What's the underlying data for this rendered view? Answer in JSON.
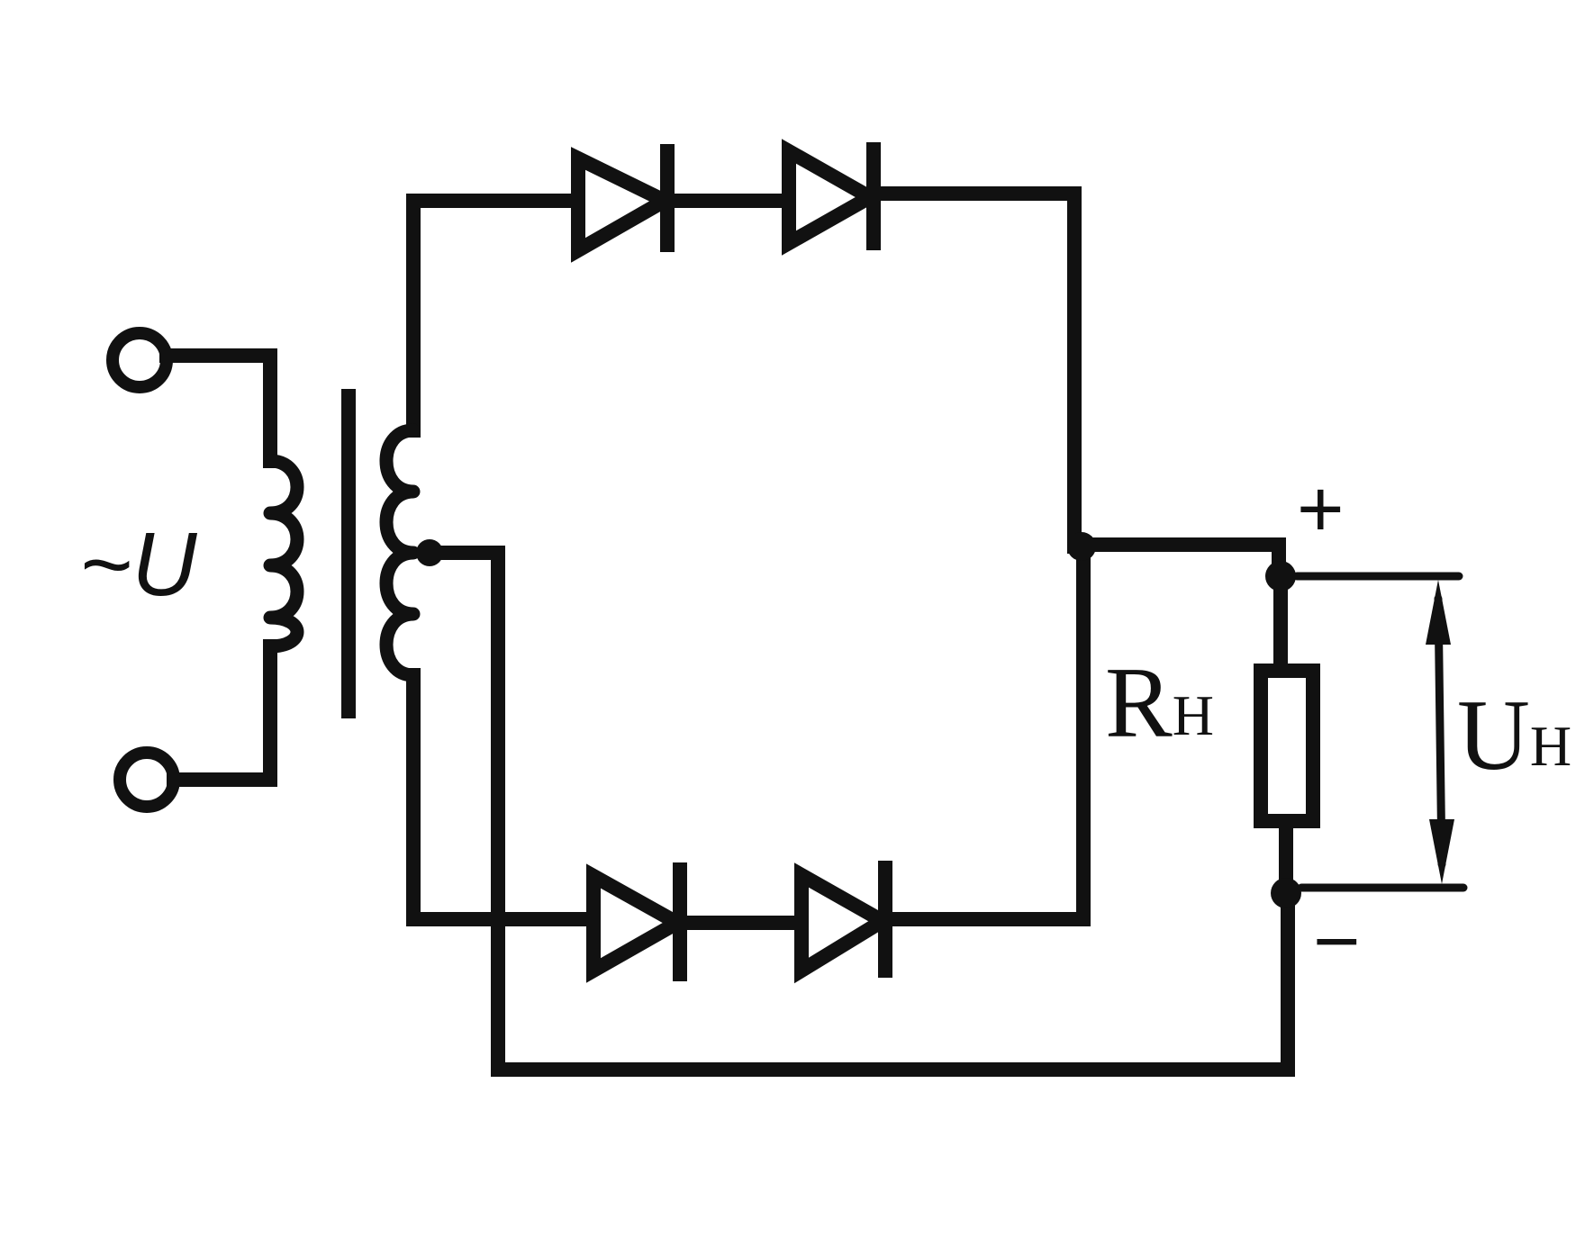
{
  "diagram": {
    "source_label": "~U",
    "load_resistor_label": {
      "main": "R",
      "sub": "H"
    },
    "load_voltage_label": {
      "main": "U",
      "sub": "H"
    },
    "plus_label": "+",
    "minus_label": "−"
  },
  "colors": {
    "ink": "#111111",
    "background": "#ffffff"
  }
}
